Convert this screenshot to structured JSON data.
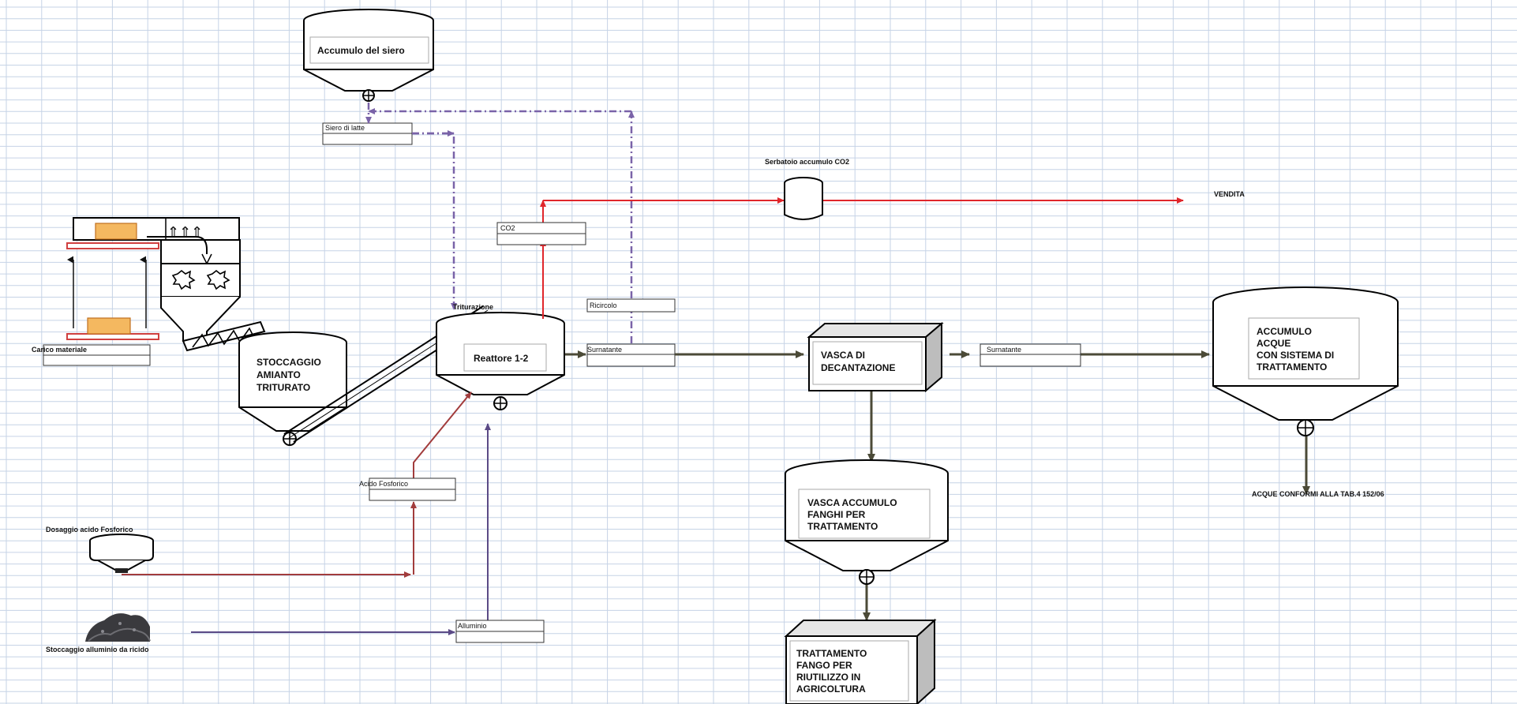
{
  "tanks": {
    "siero": "Accumulo del siero",
    "amianto": [
      "STOCCAGGIO",
      "AMIANTO",
      "TRITURATO"
    ],
    "reattore": "Reattore 1-2",
    "fanghi": [
      "VASCA ACCUMULO",
      "FANGHI PER",
      "TRATTAMENTO"
    ],
    "acque": [
      "ACCUMULO",
      "ACQUE",
      "CON SISTEMA DI",
      "TRATTAMENTO"
    ]
  },
  "boxes": {
    "decantazione": [
      "VASCA  DI",
      "DECANTAZIONE"
    ],
    "agricoltura": [
      "TRATTAMENTO",
      "FANGO PER",
      "RIUTILIZZO IN",
      "AGRICOLTURA"
    ]
  },
  "labels": {
    "siero_latte": "Siero di latte",
    "co2": "CO2",
    "ricircolo": "Ricircolo",
    "triturazione": "Triturazione",
    "surnatante1": "Surnatante",
    "surnatante2": "Surnatante",
    "acido_fosforico": "Acido Fosforico",
    "alluminio": "Alluminio",
    "carico_materiale": "Carico  materiale",
    "serbatoio_co2": "Serbatoio accumulo CO2",
    "vendita": "VENDITA",
    "dosaggio_acido": "Dosaggio acido Fosforico",
    "stoccaggio_alluminio": "Stoccaggio alluminio da ricido",
    "acque_conformi": "ACQUE CONFORMI ALLA TAB.4 152/06"
  },
  "colors": {
    "grid": "#c6d3e6",
    "red_line": "#e0262b",
    "brown_line": "#a23c3c",
    "dark_olive_line": "#4b4a37",
    "purple_line": "#5b4a86",
    "dashed_purple": "#7a63a8"
  }
}
